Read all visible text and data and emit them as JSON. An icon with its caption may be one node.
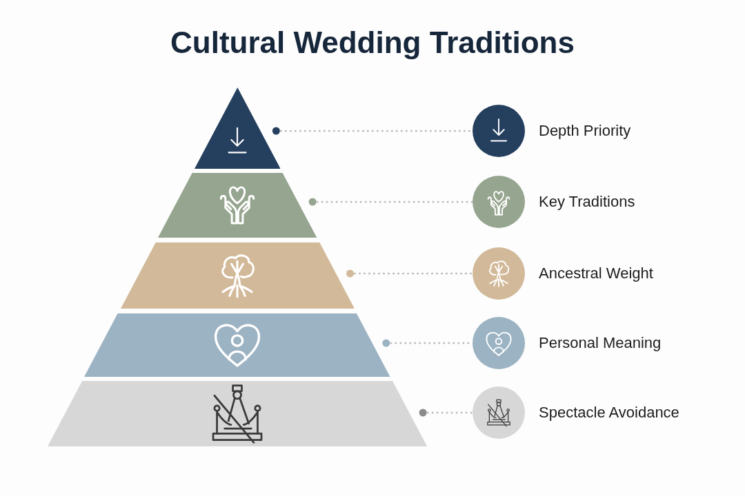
{
  "diagram": {
    "title": "Cultural Wedding Traditions",
    "nodes": [
      {
        "text": [],
        "shape": "triangle"
      },
      {
        "text": [],
        "shape": "trapezoid"
      },
      {
        "text": [],
        "shape": "trapezoid"
      },
      {
        "text": [],
        "shape": "trapezoid"
      },
      {
        "text": [],
        "shape": "trapezoid"
      },
      {
        "text": [],
        "shape": "circle",
        "beside": [
          "Depth Priority"
        ]
      },
      {
        "text": [],
        "shape": "circle",
        "beside": [
          "Key Traditions"
        ]
      },
      {
        "text": [],
        "shape": "circle",
        "beside": [
          "Ancestral Weight"
        ]
      },
      {
        "text": [],
        "shape": "circle",
        "beside": [
          "Personal Meaning"
        ]
      },
      {
        "text": [],
        "shape": "circle",
        "beside": [
          "Spectacle Avoidance"
        ]
      }
    ],
    "edges": [
      {
        "from": 0,
        "to": 5,
        "arrow": "other",
        "style": "dashed"
      },
      {
        "from": 1,
        "to": 6,
        "arrow": "other",
        "style": "dashed"
      },
      {
        "from": 2,
        "to": 7,
        "arrow": "other",
        "style": "dashed"
      },
      {
        "from": 3,
        "to": 8,
        "arrow": "other",
        "style": "dashed"
      },
      {
        "from": 4,
        "to": 9,
        "arrow": "other",
        "style": "dashed"
      }
    ]
  }
}
